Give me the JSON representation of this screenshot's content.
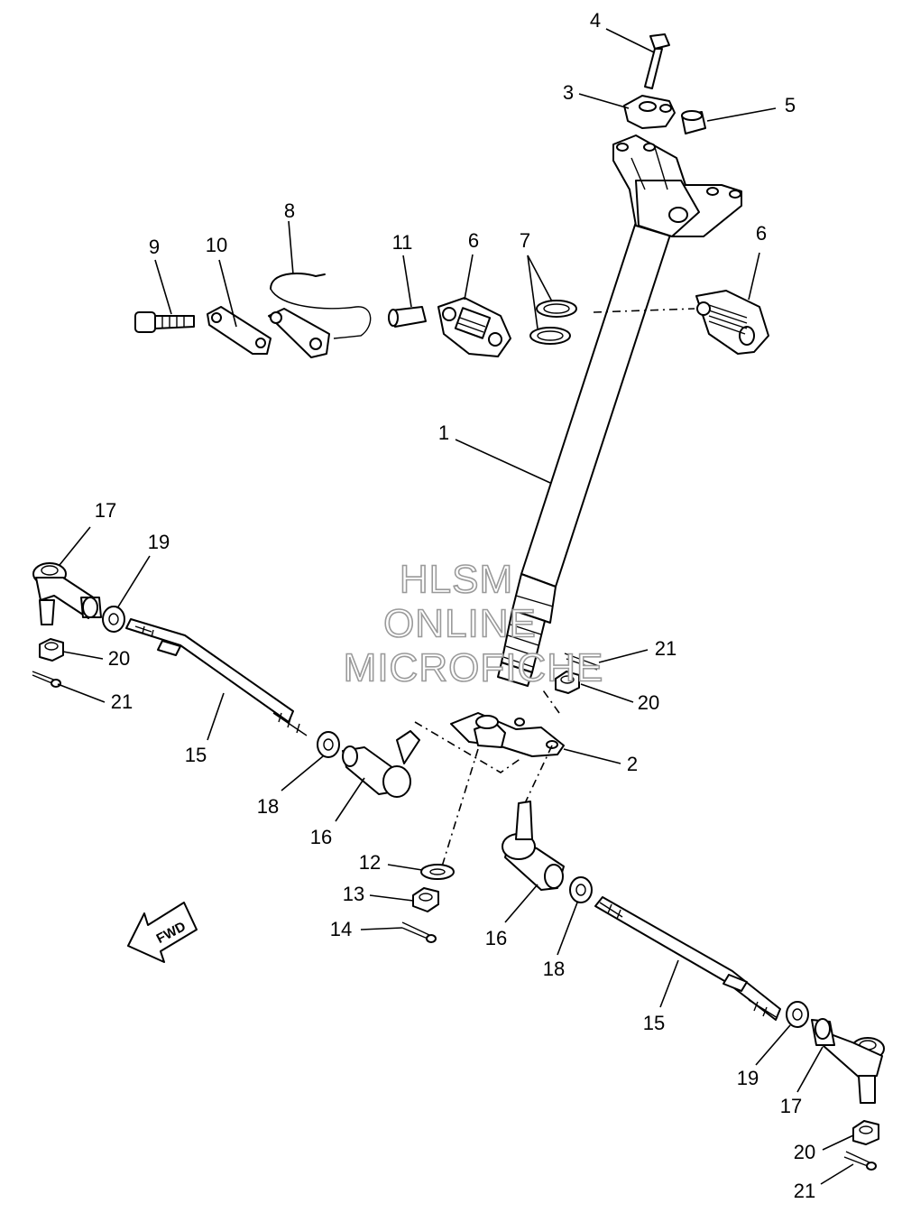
{
  "watermark": {
    "line1": "HLSM",
    "line2": "ONLINE",
    "line3": "MICROFICHE"
  },
  "direction_label": "FWD",
  "callouts": {
    "c1": "1",
    "c2": "2",
    "c3": "3",
    "c4": "4",
    "c5": "5",
    "c6a": "6",
    "c6b": "6",
    "c7": "7",
    "c8": "8",
    "c9": "9",
    "c10": "10",
    "c11": "11",
    "c12": "12",
    "c13": "13",
    "c14": "14",
    "c15a": "15",
    "c15b": "15",
    "c16a": "16",
    "c16b": "16",
    "c17a": "17",
    "c17b": "17",
    "c18a": "18",
    "c18b": "18",
    "c19a": "19",
    "c19b": "19",
    "c20a": "20",
    "c20b": "20",
    "c20c": "20",
    "c21a": "21",
    "c21b": "21",
    "c21c": "21"
  }
}
